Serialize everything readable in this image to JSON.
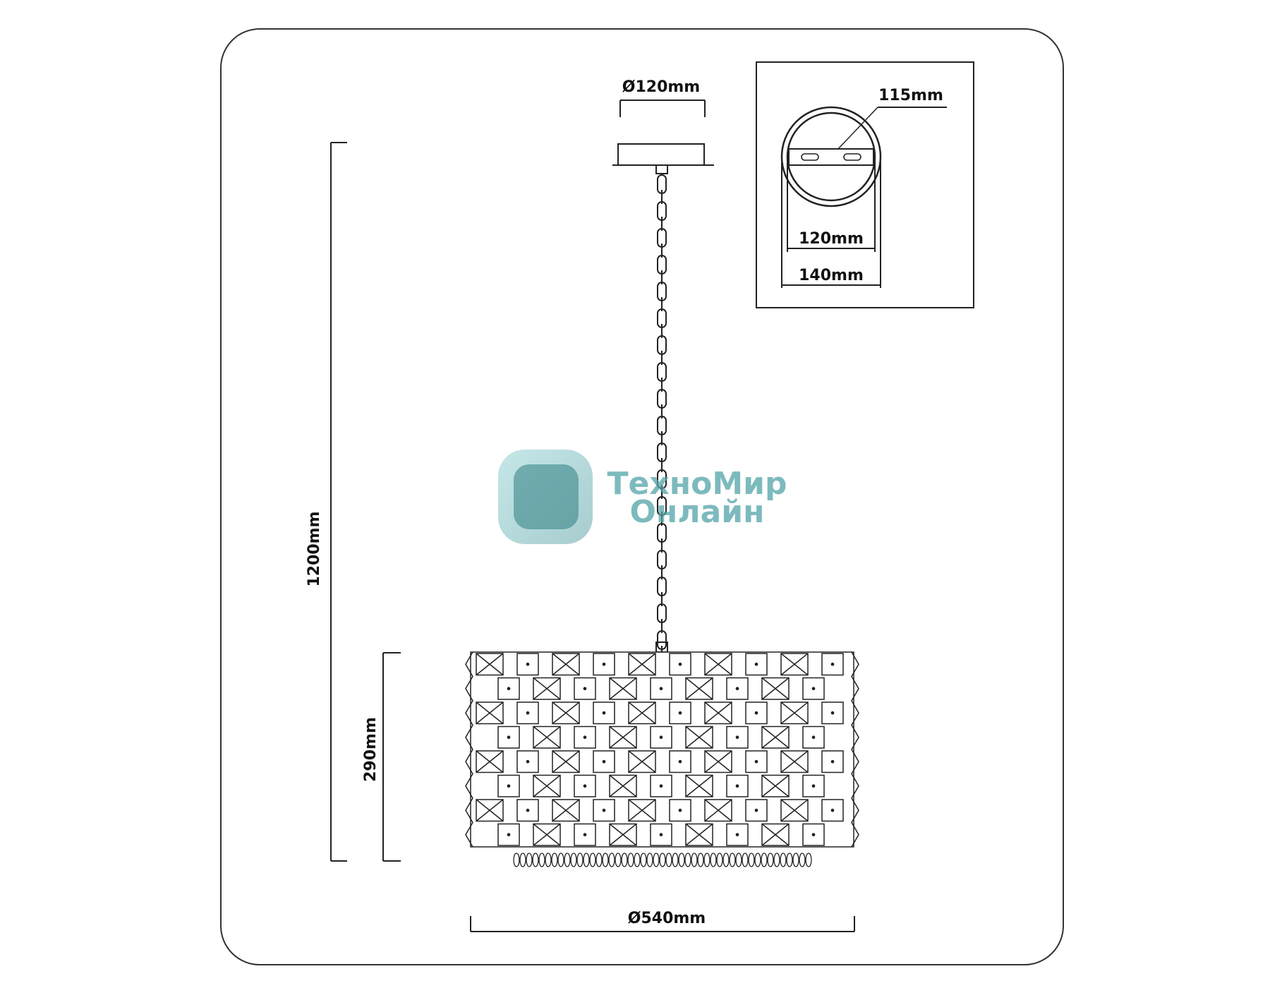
{
  "dimensions": {
    "canopy_diameter": "Ø120mm",
    "total_height": "1200mm",
    "shade_height": "290mm",
    "shade_diameter": "Ø540mm"
  },
  "mounting_detail": {
    "bar_length": "115mm",
    "inner_diameter": "120mm",
    "outer_diameter": "140mm"
  },
  "watermark": {
    "line1": "ТехноМир",
    "line2": "Онлайн",
    "color": "#52a3a7"
  },
  "colors": {
    "line": "#222222",
    "frame": "#333333"
  }
}
